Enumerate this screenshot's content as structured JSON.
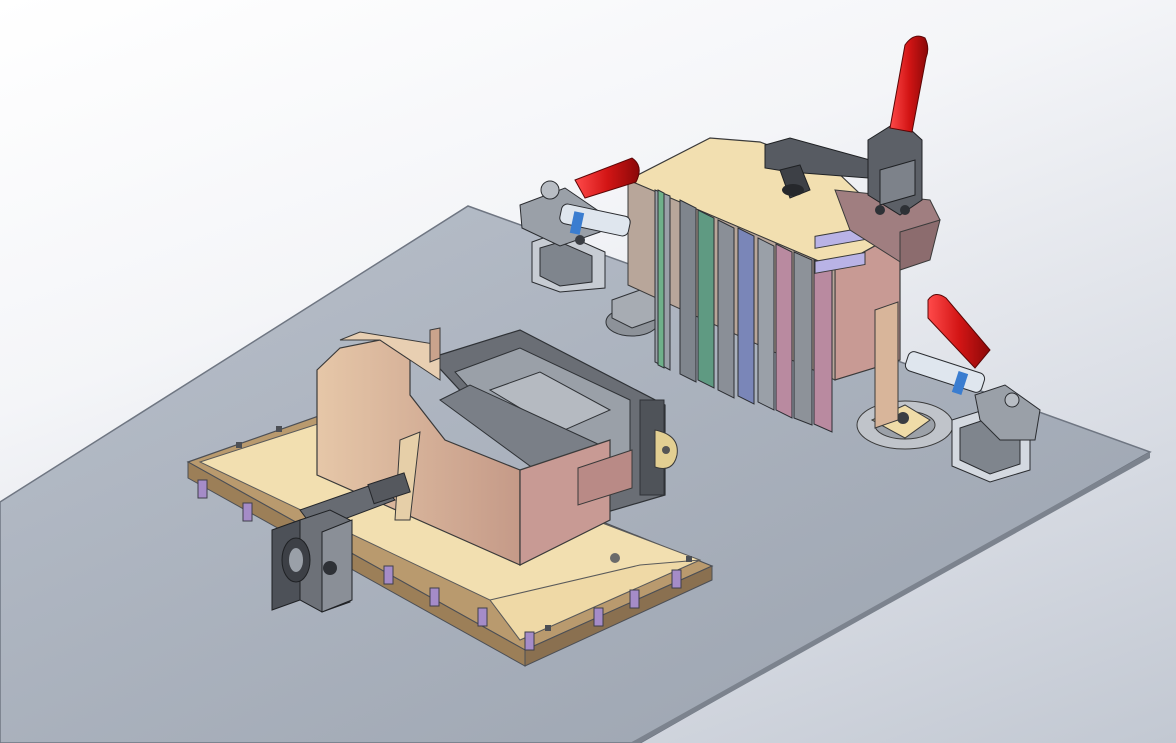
{
  "view": {
    "background_gradient": [
      "#ffffff",
      "#c2c8d2"
    ]
  },
  "colors": {
    "base_plate": "#a8b0bc",
    "base_plate_edge": "#6f7682",
    "sheet_light": "#f2dfb0",
    "sheet_tan": "#d8b59a",
    "sheet_mauve": "#c09a9a",
    "steel_dark": "#5b5f66",
    "steel_mid": "#8a8f97",
    "handle_red": "#d31515",
    "fin_green": "#6fb08a",
    "fin_blue": "#7a86b8",
    "fin_pink": "#b98aa0",
    "spacer_purple": "#a58cc8"
  },
  "model": {
    "parts": [
      {
        "name": "base-plate"
      },
      {
        "name": "front-fixture-assembly"
      },
      {
        "name": "rear-fixture-assembly"
      },
      {
        "name": "toggle-clamp-left"
      },
      {
        "name": "toggle-clamp-top"
      },
      {
        "name": "toggle-clamp-right"
      }
    ]
  }
}
